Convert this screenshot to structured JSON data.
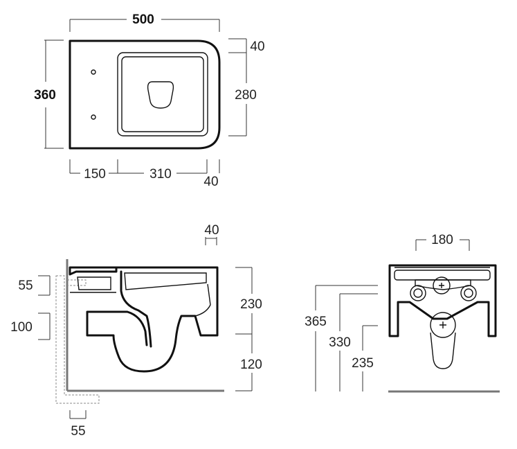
{
  "top_view": {
    "width": "500",
    "depth": "360",
    "inner_depth": "280",
    "rim_top": "40",
    "seg_left": "150",
    "seg_mid": "310",
    "seg_right": "40"
  },
  "side_view": {
    "top_offset": "40",
    "height_upper": "230",
    "height_lower": "120",
    "wall_55_upper": "55",
    "wall_100": "100",
    "wall_55_bottom": "55"
  },
  "back_view": {
    "width": "180",
    "h365": "365",
    "h330": "330",
    "h235": "235"
  }
}
